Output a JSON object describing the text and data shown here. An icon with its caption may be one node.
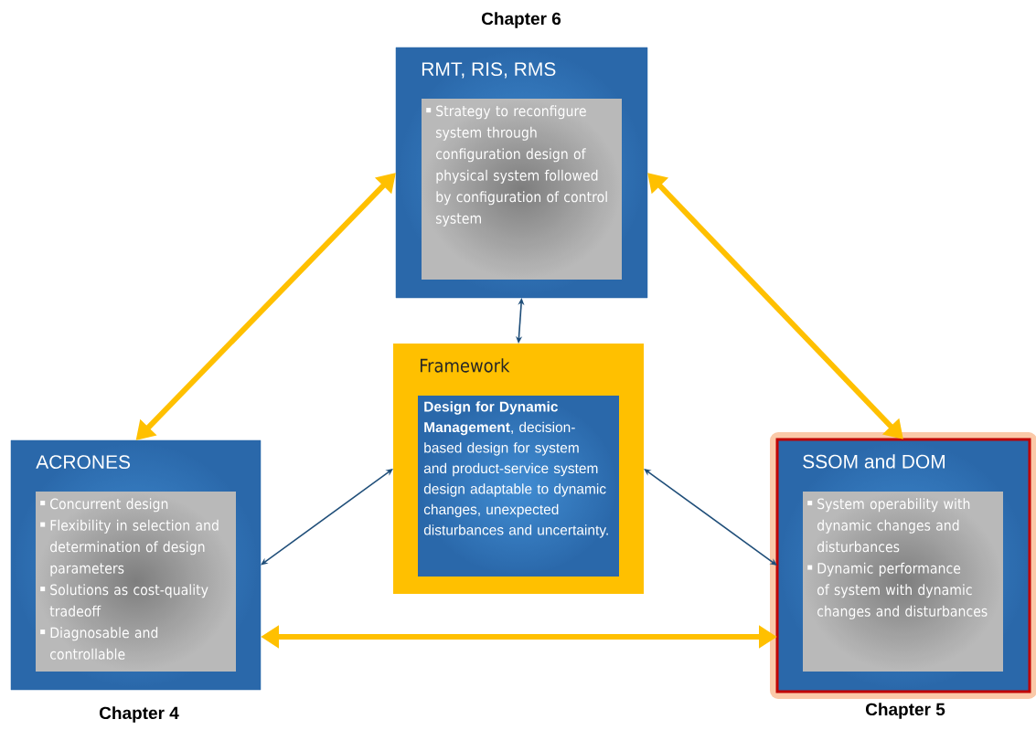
{
  "diagram": {
    "nodes": [
      {
        "text": [
          "RMT, RIS, RMS"
        ],
        "beside": [
          "Chapter 6"
        ]
      },
      {
        "text": [
          "Strategy to reconfigure system through configuration design of physical system followed by configuration of control system"
        ],
        "in": 0
      },
      {
        "text": [
          "Framework"
        ]
      },
      {
        "text": [
          "**Design for Dynamic Management**, decision-based design for system and product-service system design adaptable to dynamic changes, unexpected disturbances and uncertainty."
        ],
        "in": 2
      },
      {
        "text": [
          "ACRONES"
        ],
        "beside": [
          "Chapter 4"
        ]
      },
      {
        "text": [
          "Concurrent design",
          "Flexibility in selection and determination of design parameters",
          "Solutions as cost-quality tradeoff",
          "Diagnosable and controllable"
        ],
        "in": 4
      },
      {
        "text": [
          "SSOM and DOM"
        ],
        "beside": [
          "Chapter 5"
        ]
      },
      {
        "text": [
          "System operability with dynamic changes and disturbances",
          "Dynamic performance of system with dynamic changes and disturbances"
        ],
        "in": 6
      }
    ],
    "edges": [
      {
        "from": 0,
        "to": 4,
        "arrow": "both",
        "style": "thick",
        "color": "#ffc000"
      },
      {
        "from": 0,
        "to": 6,
        "arrow": "both",
        "style": "thick",
        "color": "#ffc000"
      },
      {
        "from": 4,
        "to": 6,
        "arrow": "both",
        "style": "thick",
        "color": "#ffc000"
      },
      {
        "from": 0,
        "to": 2,
        "arrow": "both",
        "color": "#1f4e79"
      },
      {
        "from": 2,
        "to": 4,
        "arrow": "both",
        "color": "#1f4e79"
      },
      {
        "from": 2,
        "to": 6,
        "arrow": "both",
        "color": "#1f4e79"
      }
    ]
  }
}
